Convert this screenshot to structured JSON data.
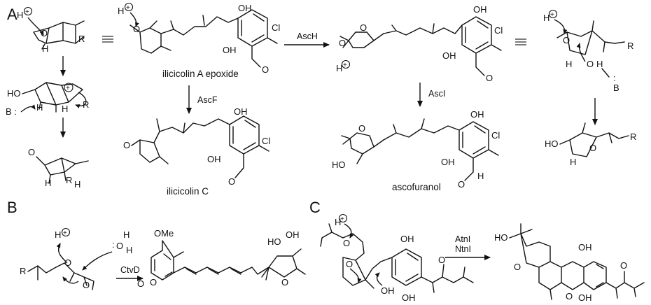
{
  "panels": {
    "a": "A",
    "b": "B",
    "c": "C"
  },
  "compounds": {
    "ilicicolin_a_epoxide": "ilicicolin A epoxide",
    "ilicicolin_c": "ilicicolin C",
    "ascofuranol": "ascofuranol"
  },
  "enzymes": {
    "asch": "AscH",
    "ascf": "AscF",
    "asci": "AscI",
    "ctvd": "CtvD",
    "atni": "AtnI",
    "ntni": "NtnI"
  },
  "atoms": {
    "H": "H",
    "O": "O",
    "OH": "OH",
    "HO": "HO",
    "Cl": "Cl",
    "R": "R",
    "OMe": "OMe",
    "B_colon": "B :",
    "B": "B",
    "plus": "+",
    "dots": ":"
  }
}
